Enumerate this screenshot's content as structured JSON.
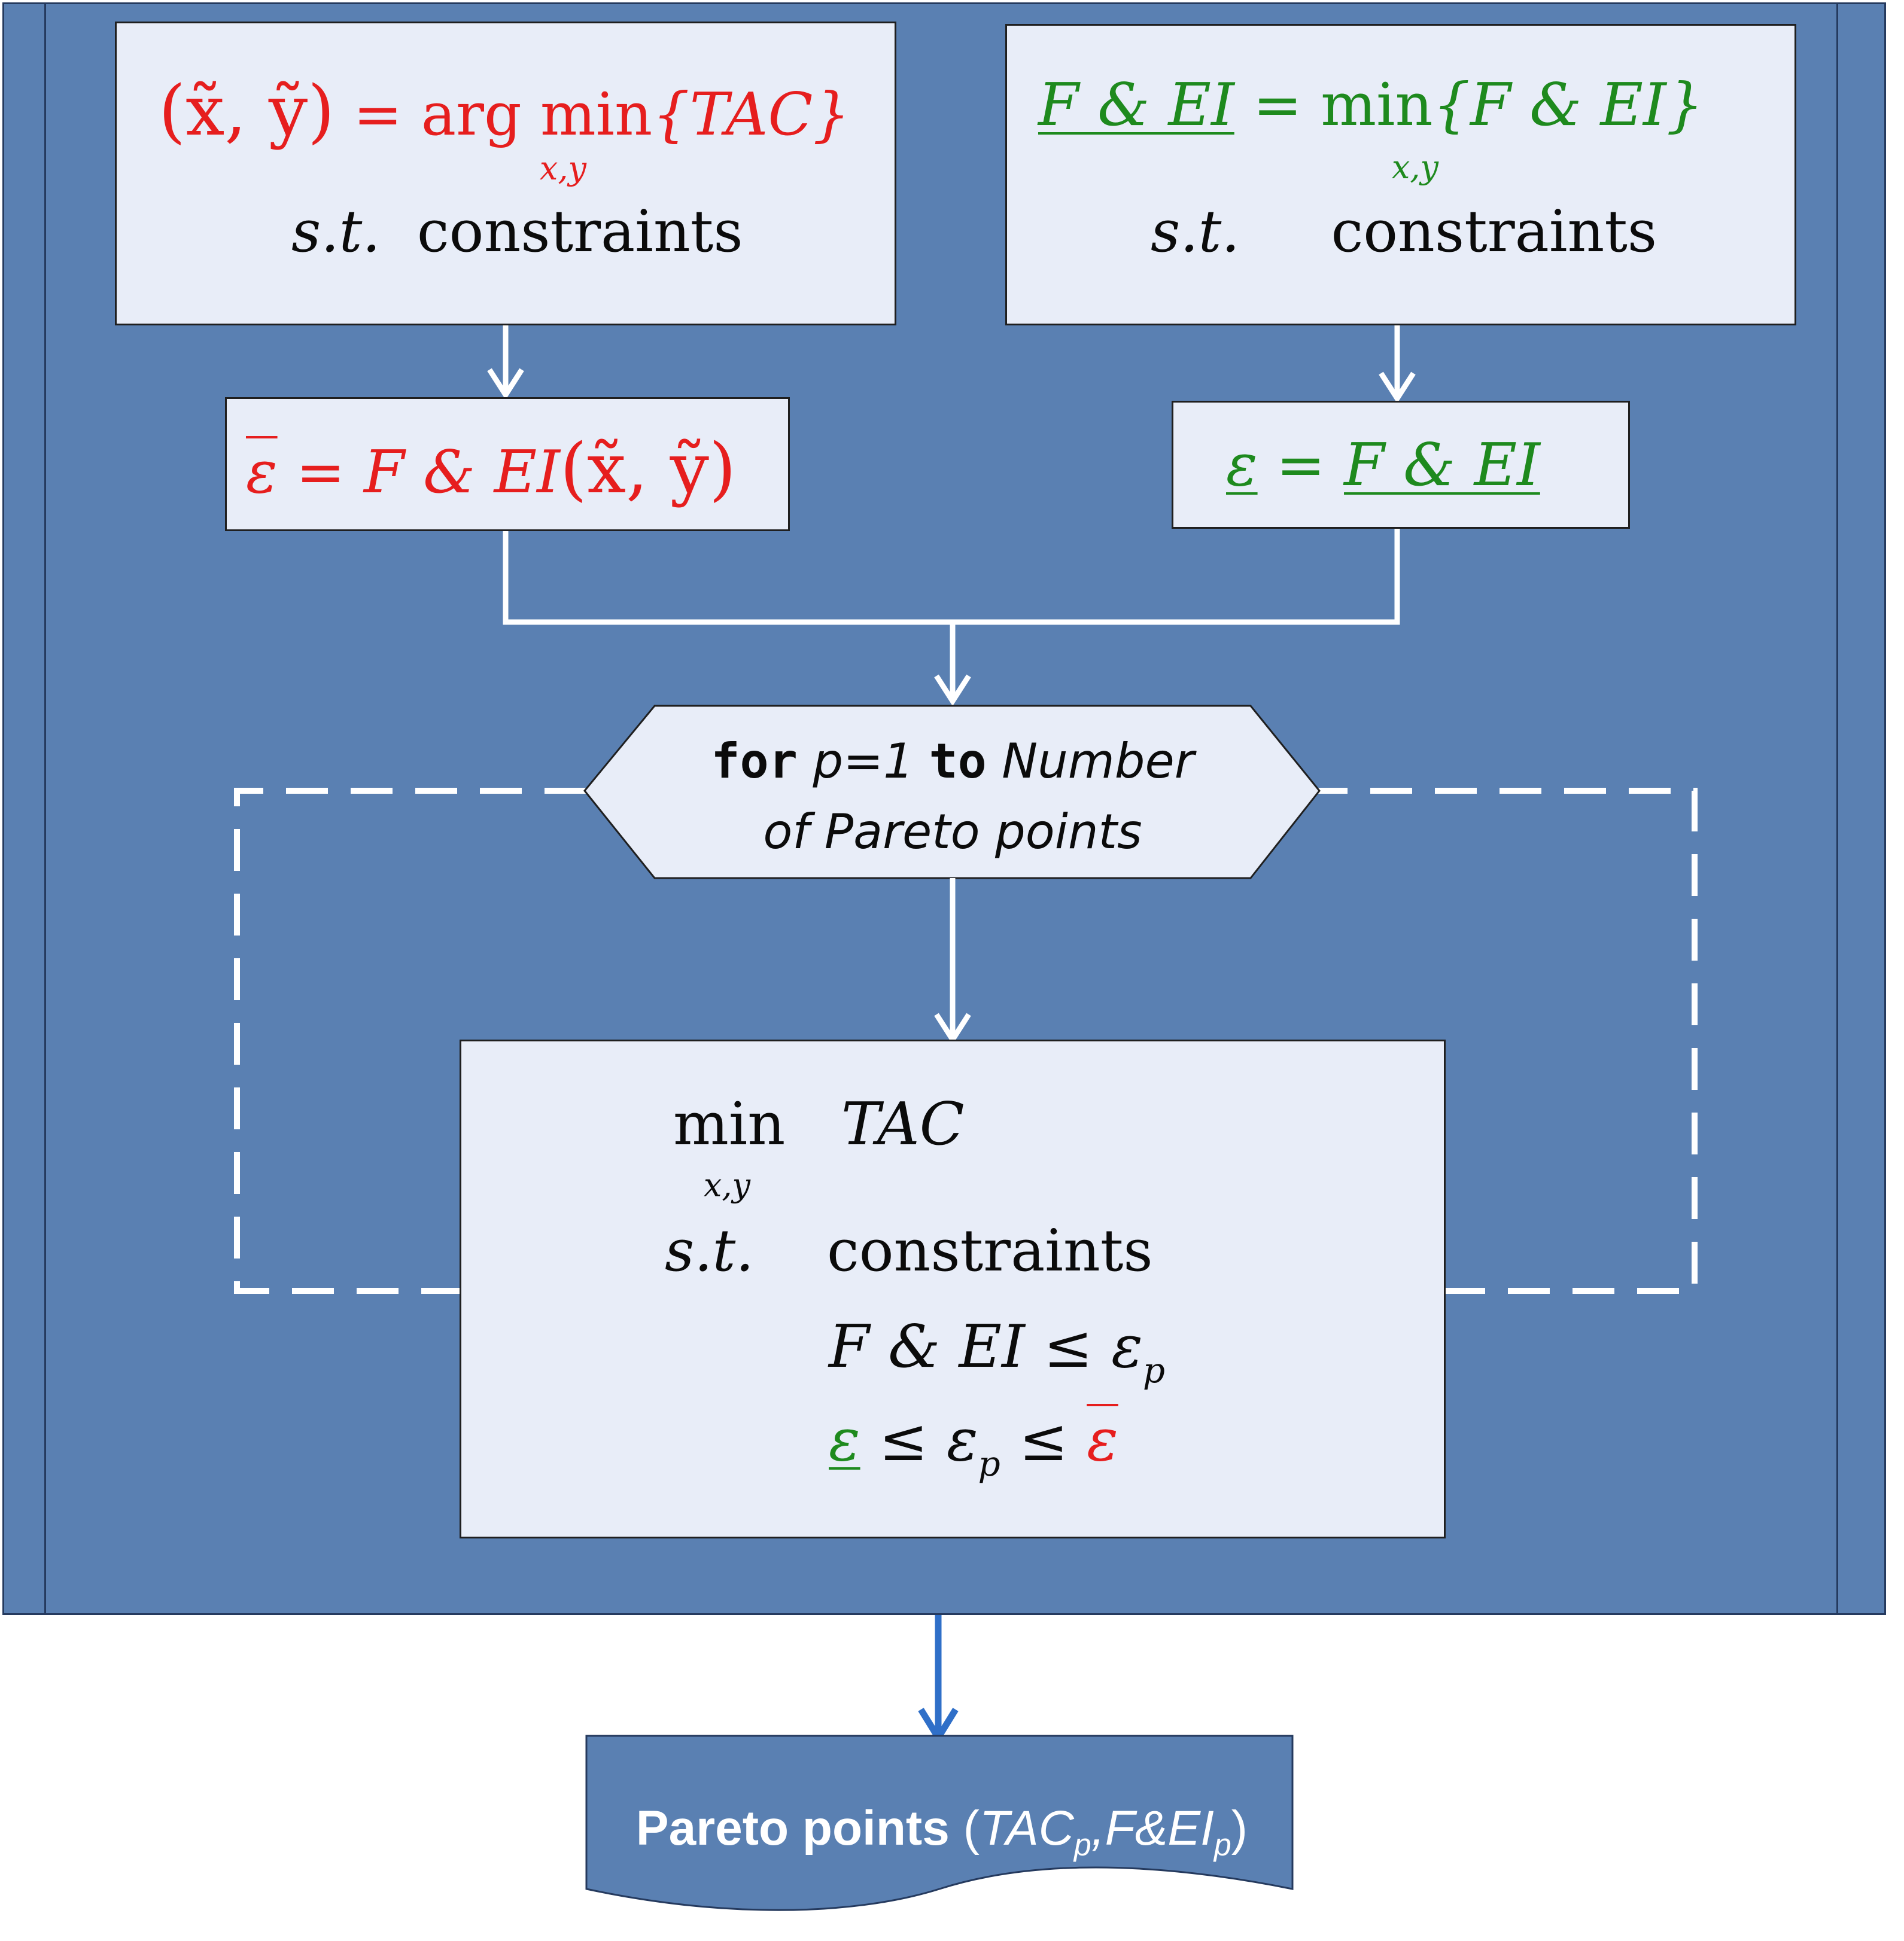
{
  "box_top_left": {
    "lhs": "(x̃, ỹ)",
    "eq": "=",
    "op": "arg min",
    "op_sub": "x,y",
    "objective": "{TAC}",
    "st": "s.t.",
    "constraints": "constraints"
  },
  "box_top_right": {
    "lhs": "F & EI",
    "eq": "=",
    "op": "min",
    "op_sub": "x,y",
    "objective": "{F & EI}",
    "st": "s.t.",
    "constraints": "constraints"
  },
  "box_eps_upper": {
    "symbol": "ε",
    "eq": "=",
    "expr": "F & EI",
    "args": "(x̃, ỹ)"
  },
  "box_eps_lower": {
    "symbol": "ε",
    "eq": "=",
    "expr": "F & EI"
  },
  "loop": {
    "keyword_for": "for",
    "var": "p=1",
    "keyword_to": "to",
    "bound_word": "Number",
    "line2": "of Pareto points"
  },
  "box_subproblem": {
    "op": "min",
    "op_sub": "x,y",
    "objective": "TAC",
    "st": "s.t.",
    "constraints": "constraints",
    "c1_lhs": "F & EI",
    "c1_rel": "≤",
    "c1_rhs": "ε",
    "c1_rhs_sub": "p",
    "c2_lower": "ε",
    "c2_rel1": "≤",
    "c2_mid": "ε",
    "c2_mid_sub": "p",
    "c2_rel2": "≤",
    "c2_upper": "ε"
  },
  "output": {
    "label": "Pareto points",
    "open": "(",
    "tac": "TAC",
    "tac_sub": "p",
    "sep": ",",
    "fei": "F&EI",
    "fei_sub": "p",
    "close": ")"
  },
  "colors": {
    "panel": "#5a80b2",
    "box_fill": "#e8edf8",
    "red": "#e61e1e",
    "green": "#1e8a1e",
    "connector_white": "#ffffff",
    "connector_blue": "#2f6fc8"
  }
}
